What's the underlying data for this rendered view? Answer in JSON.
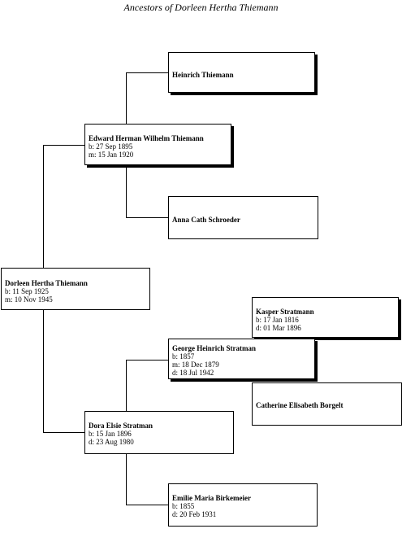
{
  "title": "Ancestors of Dorleen Hertha Thiemann",
  "people": {
    "heinrich": {
      "name": "Heinrich Thiemann",
      "lines": []
    },
    "edward": {
      "name": "Edward Herman Wilhelm Thiemann",
      "lines": [
        "b: 27 Sep 1895",
        "m: 15 Jan 1920"
      ]
    },
    "anna": {
      "name": "Anna Cath Schroeder",
      "lines": []
    },
    "dorleen": {
      "name": "Dorleen Hertha Thiemann",
      "lines": [
        "b: 11 Sep 1925",
        "m: 10 Nov 1945"
      ]
    },
    "kasper": {
      "name": "Kasper Stratmann",
      "lines": [
        "b: 17 Jan 1816",
        "d: 01 Mar 1896"
      ]
    },
    "george": {
      "name": "George Heinrich Stratman",
      "lines": [
        "b: 1857",
        "m: 18 Dec 1879",
        "d: 18 Jul 1942"
      ]
    },
    "catherine": {
      "name": "Catherine Elisabeth Borgelt",
      "lines": []
    },
    "dora": {
      "name": "Dora Elsie Stratman",
      "lines": [
        "b: 15 Jan 1896",
        "d: 23 Aug 1980"
      ]
    },
    "emilie": {
      "name": "Emilie Maria Birkemeier",
      "lines": [
        "b: 1855",
        "d: 20 Feb 1931"
      ]
    }
  }
}
